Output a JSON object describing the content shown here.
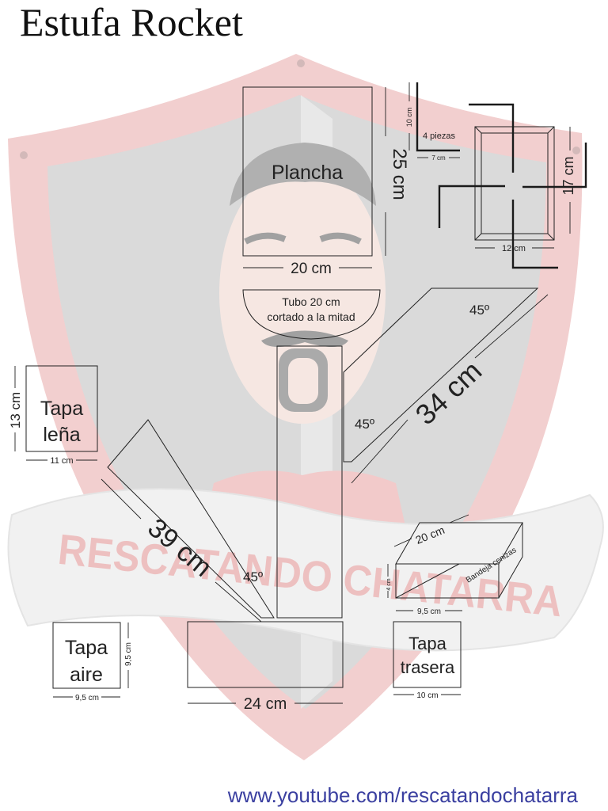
{
  "title": "Estufa Rocket",
  "footer_url": "www.youtube.com/rescatandochatarra",
  "watermark_text": "RESCATANDO CHATARRA",
  "colors": {
    "shield_red": "#e8b0b0",
    "shield_gray": "#c8c8c8",
    "banner": "#ececec",
    "watermark_red": "#e39a9a",
    "url_blue": "#3a3fa0"
  },
  "pieces": {
    "plancha": {
      "label": "Plancha",
      "width": "20 cm",
      "height": "25 cm"
    },
    "tubo": {
      "line1": "Tubo 20 cm",
      "line2": "cortado a la mitad"
    },
    "corners": {
      "label": "4 piezas",
      "height": "10 cm",
      "width": "7 cm"
    },
    "frame": {
      "width": "12 cm",
      "height": "17 cm"
    },
    "diagonal_right": {
      "length": "34 cm",
      "angle_top": "45º",
      "angle_bottom": "45º"
    },
    "tapa_lena": {
      "line1": "Tapa",
      "line2": "leña",
      "height": "13 cm",
      "width": "11 cm"
    },
    "diagonal_left": {
      "length": "39 cm",
      "angle": "45º"
    },
    "tapa_aire": {
      "line1": "Tapa",
      "line2": "aire",
      "height": "9,5 cm",
      "width": "9,5 cm"
    },
    "base": {
      "width": "24 cm"
    },
    "bandeja": {
      "label": "Bandeja cenizas",
      "length": "20 cm",
      "width": "9,5 cm",
      "height": "4 cm"
    },
    "tapa_trasera": {
      "line1": "Tapa",
      "line2": "trasera",
      "width": "10 cm"
    }
  }
}
